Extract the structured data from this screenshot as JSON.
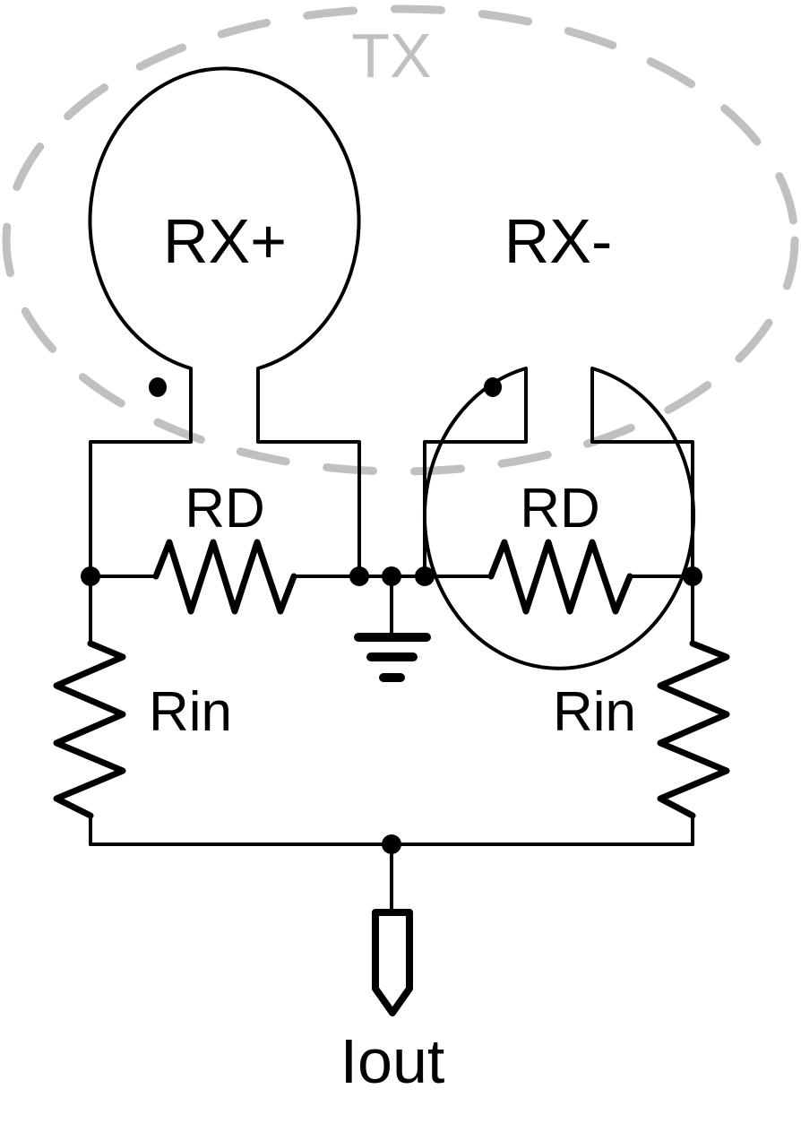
{
  "diagram": {
    "type": "circuit-schematic",
    "labels": {
      "tx": "TX",
      "rx_plus": "RX+",
      "rx_minus": "RX-",
      "rd_left": "RD",
      "rd_right": "RD",
      "rin_left": "Rin",
      "rin_right": "Rin",
      "output": "Iout"
    },
    "colors": {
      "wire": "#000000",
      "tx_coil": "#c0c0c0"
    },
    "components": [
      {
        "id": "tx-coil",
        "kind": "transmit coil (dashed outline)",
        "label": "TX"
      },
      {
        "id": "rx-plus-coil",
        "kind": "receive coil",
        "label": "RX+",
        "polarity_dot": true
      },
      {
        "id": "rx-minus-coil",
        "kind": "receive coil",
        "label": "RX-",
        "polarity_dot": true
      },
      {
        "id": "rd-left",
        "kind": "resistor",
        "label": "RD"
      },
      {
        "id": "rd-right",
        "kind": "resistor",
        "label": "RD"
      },
      {
        "id": "rin-left",
        "kind": "resistor",
        "label": "Rin"
      },
      {
        "id": "rin-right",
        "kind": "resistor",
        "label": "Rin"
      },
      {
        "id": "ground",
        "kind": "ground"
      },
      {
        "id": "output-port",
        "kind": "output terminal",
        "label": "Iout"
      }
    ]
  }
}
